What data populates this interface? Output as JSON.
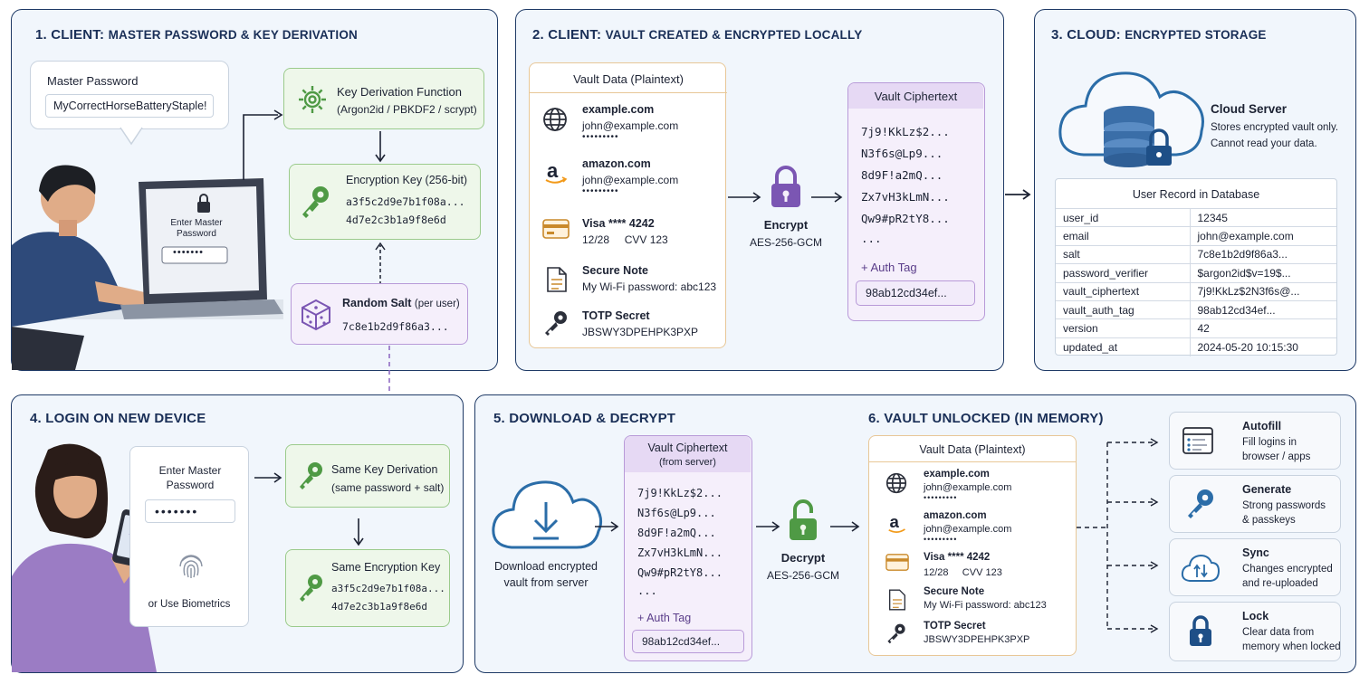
{
  "panel1": {
    "num": "1. CLIENT:",
    "title": "MASTER PASSWORD & KEY DERIVATION",
    "bubble_label": "Master Password",
    "password": "MyCorrectHorseBatteryStaple!",
    "laptop_prompt": "Enter Master Password",
    "laptop_dots": "•••••••",
    "kdf_title": "Key Derivation Function",
    "kdf_sub": "(Argon2id / PBKDF2 / scrypt)",
    "key_title": "Encryption Key (256-bit)",
    "key_line1": "a3f5c2d9e7b1f08a...",
    "key_line2": "4d7e2c3b1a9f8e6d",
    "salt_title": "Random Salt",
    "salt_sub": "(per user)",
    "salt_value": "7c8e1b2d9f86a3..."
  },
  "panel2": {
    "num": "2. CLIENT:",
    "title": "VAULT CREATED & ENCRYPTED LOCALLY",
    "vault_title": "Vault Data (Plaintext)",
    "items": [
      {
        "icon": "globe-icon",
        "title": "example.com",
        "line1": "john@example.com",
        "line2": "•••••••••"
      },
      {
        "icon": "amazon-icon",
        "title": "amazon.com",
        "line1": "john@example.com",
        "line2": "•••••••••"
      },
      {
        "icon": "credit-card-icon",
        "title": "Visa **** 4242",
        "line1": "12/28     CVV 123",
        "line2": ""
      },
      {
        "icon": "note-icon",
        "title": "Secure Note",
        "line1": "My Wi-Fi password: abc123",
        "line2": ""
      },
      {
        "icon": "key-icon",
        "title": "TOTP Secret",
        "line1": "JBSWY3DPEHPK3PXP",
        "line2": ""
      }
    ],
    "encrypt_label": "Encrypt",
    "encrypt_algo": "AES-256-GCM",
    "cipher_title": "Vault Ciphertext",
    "cipher_lines": [
      "7j9!KkLz$2...",
      "N3f6s@Lp9...",
      "8d9F!a2mQ...",
      "Zx7vH3kLmN...",
      "Qw9#pR2tY8...",
      "..."
    ],
    "auth_tag_label": "+ Auth Tag",
    "auth_tag_value": "98ab12cd34ef..."
  },
  "panel3": {
    "num": "3. CLOUD:",
    "title": "ENCRYPTED STORAGE",
    "server_title": "Cloud Server",
    "server_line1": "Stores encrypted vault only.",
    "server_line2": "Cannot read your data.",
    "record_title": "User Record in Database",
    "record_rows": [
      [
        "user_id",
        "12345"
      ],
      [
        "email",
        "john@example.com"
      ],
      [
        "salt",
        "7c8e1b2d9f86a3..."
      ],
      [
        "password_verifier",
        "$argon2id$v=19$..."
      ],
      [
        "vault_ciphertext",
        "7j9!KkLz$2N3f6s@..."
      ],
      [
        "vault_auth_tag",
        "98ab12cd34ef..."
      ],
      [
        "version",
        "42"
      ],
      [
        "updated_at",
        "2024-05-20 10:15:30"
      ]
    ]
  },
  "panel4": {
    "title": "4. LOGIN ON NEW DEVICE",
    "prompt": "Enter Master Password",
    "dots": "•••••••",
    "biometrics": "or Use Biometrics",
    "derive_title": "Same Key Derivation",
    "derive_sub": "(same password + salt)",
    "key_title": "Same Encryption Key",
    "key_line1": "a3f5c2d9e7b1f08a...",
    "key_line2": "4d7e2c3b1a9f8e6d"
  },
  "panel5": {
    "title": "5. DOWNLOAD & DECRYPT",
    "download_line1": "Download encrypted",
    "download_line2": "vault from server",
    "cipher_title": "Vault Ciphertext",
    "cipher_sub": "(from server)",
    "cipher_lines": [
      "7j9!KkLz$2...",
      "N3f6s@Lp9...",
      "8d9F!a2mQ...",
      "Zx7vH3kLmN...",
      "Qw9#pR2tY8...",
      "..."
    ],
    "auth_tag_label": "+ Auth Tag",
    "auth_tag_value": "98ab12cd34ef...",
    "decrypt_label": "Decrypt",
    "decrypt_algo": "AES-256-GCM"
  },
  "panel6": {
    "title": "6. VAULT UNLOCKED (IN MEMORY)",
    "vault_title": "Vault Data (Plaintext)",
    "items": [
      {
        "title": "example.com",
        "line1": "john@example.com",
        "line2": "•••••••••"
      },
      {
        "title": "amazon.com",
        "line1": "john@example.com",
        "line2": "•••••••••"
      },
      {
        "title": "Visa **** 4242",
        "line1": "12/28     CVV 123",
        "line2": ""
      },
      {
        "title": "Secure Note",
        "line1": "My Wi-Fi password: abc123",
        "line2": ""
      },
      {
        "title": "TOTP Secret",
        "line1": "JBSWY3DPEHPK3PXP",
        "line2": ""
      }
    ],
    "actions": [
      {
        "icon": "autofill-icon",
        "title": "Autofill",
        "line1": "Fill logins in",
        "line2": "browser / apps"
      },
      {
        "icon": "key-icon",
        "title": "Generate",
        "line1": "Strong passwords",
        "line2": "& passkeys"
      },
      {
        "icon": "cloud-sync-icon",
        "title": "Sync",
        "line1": "Changes encrypted",
        "line2": "and re-uploaded"
      },
      {
        "icon": "lock-icon",
        "title": "Lock",
        "line1": "Clear data from",
        "line2": "memory when locked"
      }
    ]
  },
  "colors": {
    "panel_border": "#1f3a66",
    "panel_bg": "#f1f6fc",
    "green_border": "#9bcb8c",
    "purple_border": "#b89ad8",
    "orange_border": "#e8c797",
    "lock_purple": "#7b56b3",
    "lock_green": "#4f9a45",
    "cloud_blue": "#2b6da8"
  }
}
